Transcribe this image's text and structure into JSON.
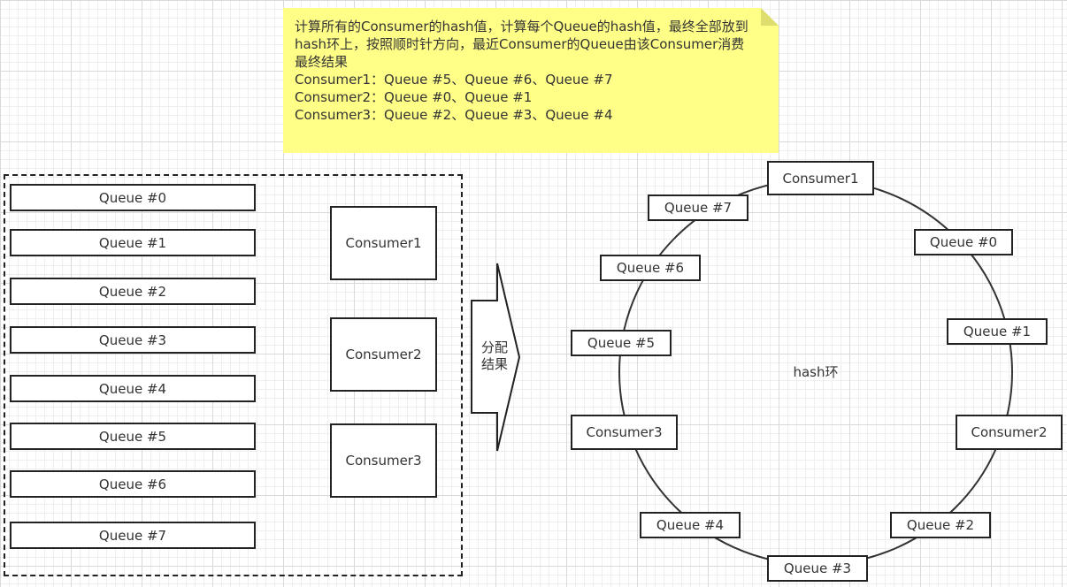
{
  "note": {
    "line1": "计算所有的Consumer的hash值，计算每个Queue的hash值，最终全部放到hash环上，按照顺时针方向，最近Consumer的Queue由该Consumer消费",
    "line2": "最终结果",
    "line3": "Consumer1：Queue #5、Queue #6、Queue #7",
    "line4": "Consumer2：Queue #0、Queue #1",
    "line5": "Consumer3：Queue #2、Queue #3、Queue #4"
  },
  "queues": [
    "Queue #0",
    "Queue #1",
    "Queue #2",
    "Queue #3",
    "Queue #4",
    "Queue #5",
    "Queue #6",
    "Queue #7"
  ],
  "consumers": [
    "Consumer1",
    "Consumer2",
    "Consumer3"
  ],
  "arrow_label": {
    "line1": "分配",
    "line2": "结果"
  },
  "ring": {
    "center_label": "hash环",
    "nodes": {
      "consumer1": "Consumer1",
      "consumer2": "Consumer2",
      "consumer3": "Consumer3",
      "queue0": "Queue #0",
      "queue1": "Queue #1",
      "queue2": "Queue #2",
      "queue3": "Queue #3",
      "queue4": "Queue #4",
      "queue5": "Queue #5",
      "queue6": "Queue #6",
      "queue7": "Queue #7"
    }
  }
}
